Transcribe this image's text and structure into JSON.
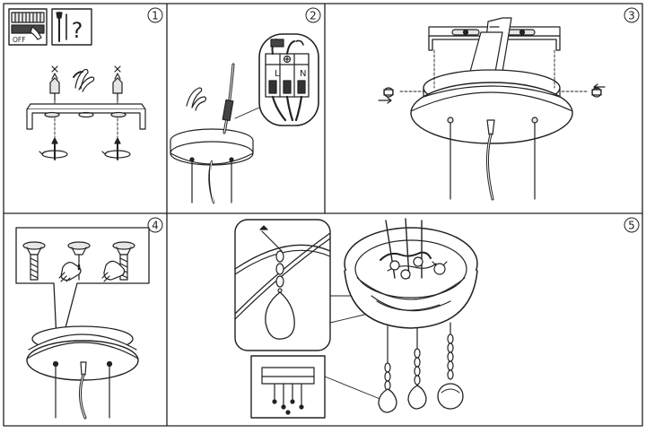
{
  "steps": [
    {
      "number": "1"
    },
    {
      "number": "2"
    },
    {
      "number": "3"
    },
    {
      "number": "4"
    },
    {
      "number": "5"
    }
  ],
  "panel1": {
    "switch_label": "OFF",
    "question_mark": "?"
  },
  "panel2": {
    "terminal_labels": [
      "L",
      "N"
    ]
  },
  "colors": {
    "line": "#222222",
    "fill": "#ffffff",
    "shade": "#e6e6e6"
  }
}
